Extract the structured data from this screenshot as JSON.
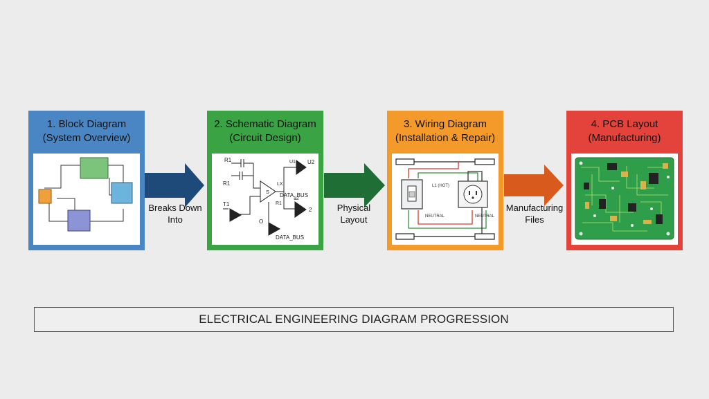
{
  "stages": [
    {
      "title": "1. Block Diagram",
      "subtitle": "(System Overview)",
      "color": "#4a86c3"
    },
    {
      "title": "2. Schematic Diagram",
      "subtitle": "(Circuit Design)",
      "color": "#3aa344"
    },
    {
      "title": "3. Wiring Diagram",
      "subtitle": "(Installation & Repair)",
      "color": "#f39a2a"
    },
    {
      "title": "4. PCB Layout",
      "subtitle": "(Manufacturing)",
      "color": "#e3433a"
    }
  ],
  "connectors": [
    {
      "line1": "Breaks Down",
      "line2": "Into",
      "color": "#1d4a78"
    },
    {
      "line1": "Physical",
      "line2": "Layout",
      "color": "#1e6e36"
    },
    {
      "line1": "Manufacturing",
      "line2": "Files",
      "color": "#d85a1c"
    }
  ],
  "schematic_labels": {
    "r1_top": "R1",
    "r1_left": "R1",
    "u2": "U2",
    "lx": "LX",
    "data_bus_1": "DATA_BUS",
    "r1_mid": "R1",
    "t1": "T1",
    "n2": "2",
    "data_bus_2": "DATA_BUS",
    "n12": "12",
    "zero": "O",
    "u1": "U1",
    "s_label": "S"
  },
  "wiring_labels": {
    "hot": "L1 (HOT)",
    "neutral_left": "NEUTRAL",
    "neutral_right": "NEUTRAL"
  },
  "banner": {
    "text": "ELECTRICAL ENGINEERING DIAGRAM PROGRESSION"
  }
}
